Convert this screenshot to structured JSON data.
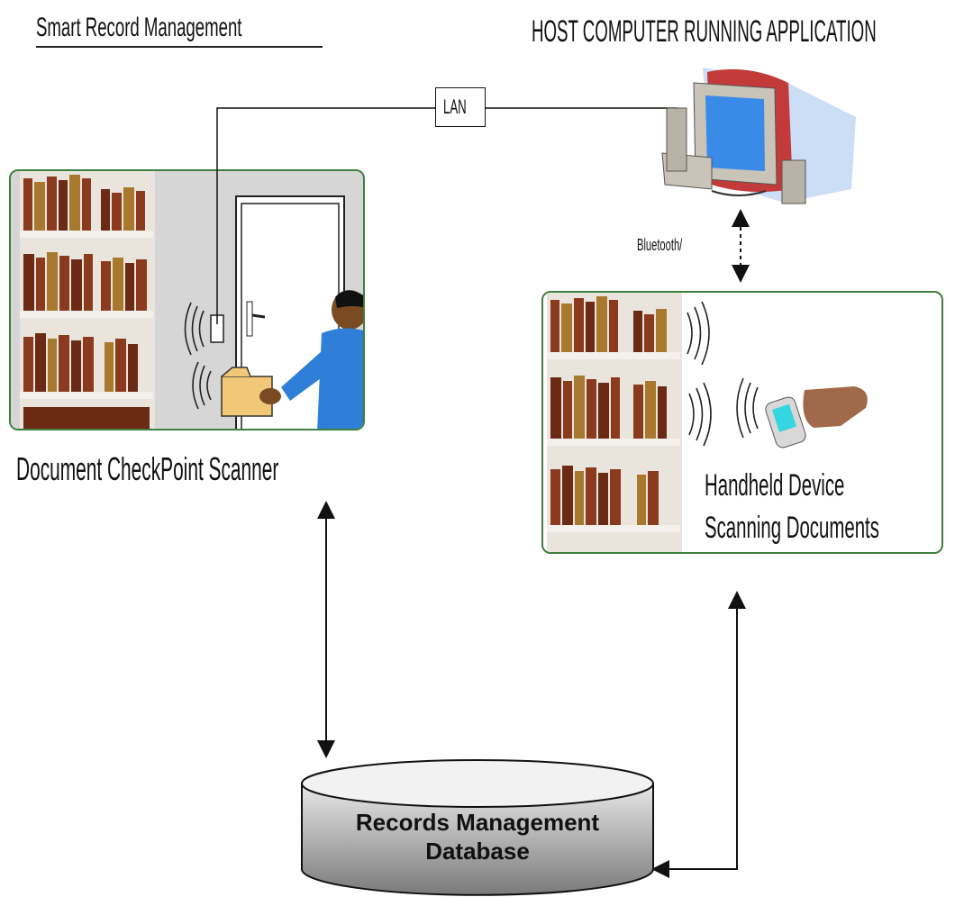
{
  "title": "Smart Record Management",
  "host_title": "HOST COMPUTER RUNNING APPLICATION",
  "lan_label": "LAN",
  "bluetooth_label": "Bluetooth/",
  "checkpoint_label": "Document CheckPoint Scanner",
  "handheld_label_line1": "Handheld Device",
  "handheld_label_line2": "Scanning Documents",
  "database_label_line1": "Records Management",
  "database_label_line2": "Database",
  "colors": {
    "panel_border": "#3f7f3f",
    "shirt": "#2f7fd8",
    "folder": "#f0c878",
    "monitor_screen": "#3a8be8",
    "monitor_body": "#c9c3b8",
    "monitor_shell": "#c23a3a",
    "book_dark": "#6b2a14",
    "book_mid": "#8c3a1e",
    "book_gold": "#a8782e"
  }
}
